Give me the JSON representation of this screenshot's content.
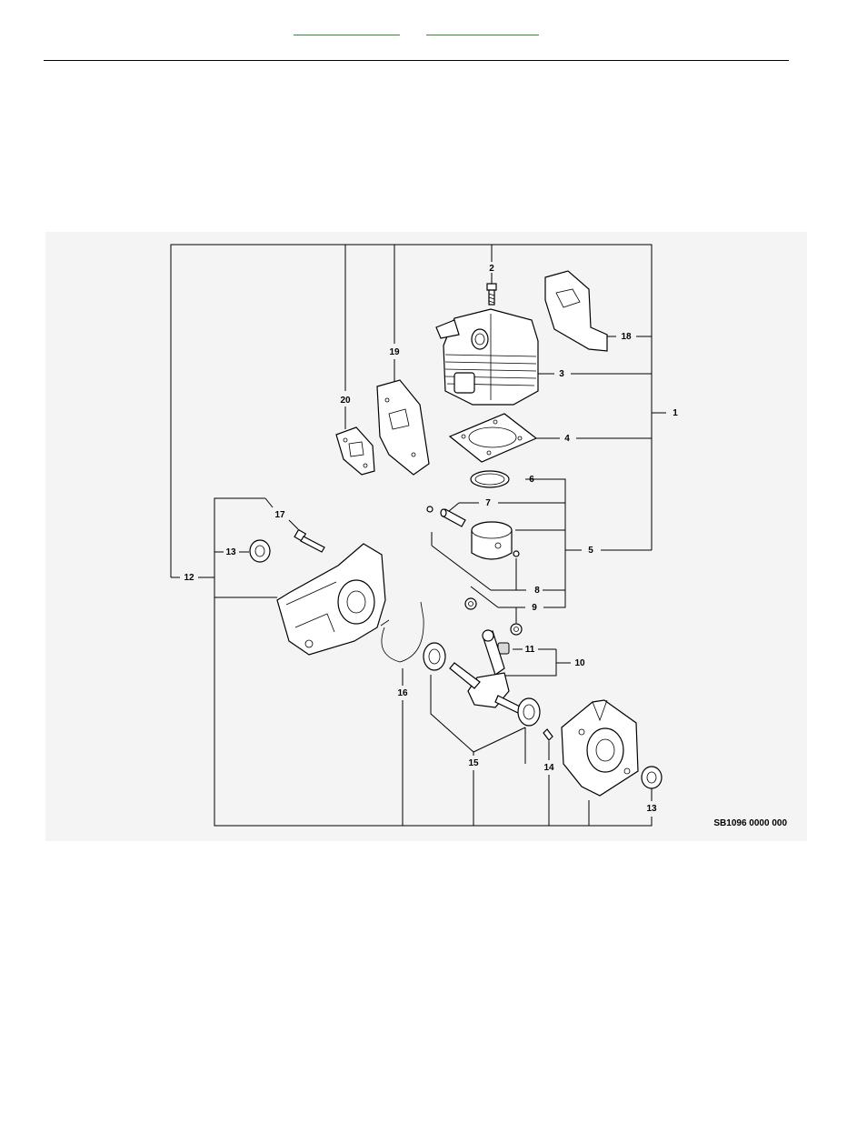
{
  "header": {
    "links": [
      "",
      ""
    ]
  },
  "diagram": {
    "reference_code": "SB1096 0000 000",
    "callouts": {
      "c1": "1",
      "c2": "2",
      "c3": "3",
      "c4": "4",
      "c5": "5",
      "c6": "6",
      "c7": "7",
      "c8": "8",
      "c9": "9",
      "c10": "10",
      "c11": "11",
      "c12": "12",
      "c13a": "13",
      "c13b": "13",
      "c14": "14",
      "c15": "15",
      "c16": "16",
      "c17": "17",
      "c18": "18",
      "c19": "19",
      "c20": "20"
    }
  }
}
